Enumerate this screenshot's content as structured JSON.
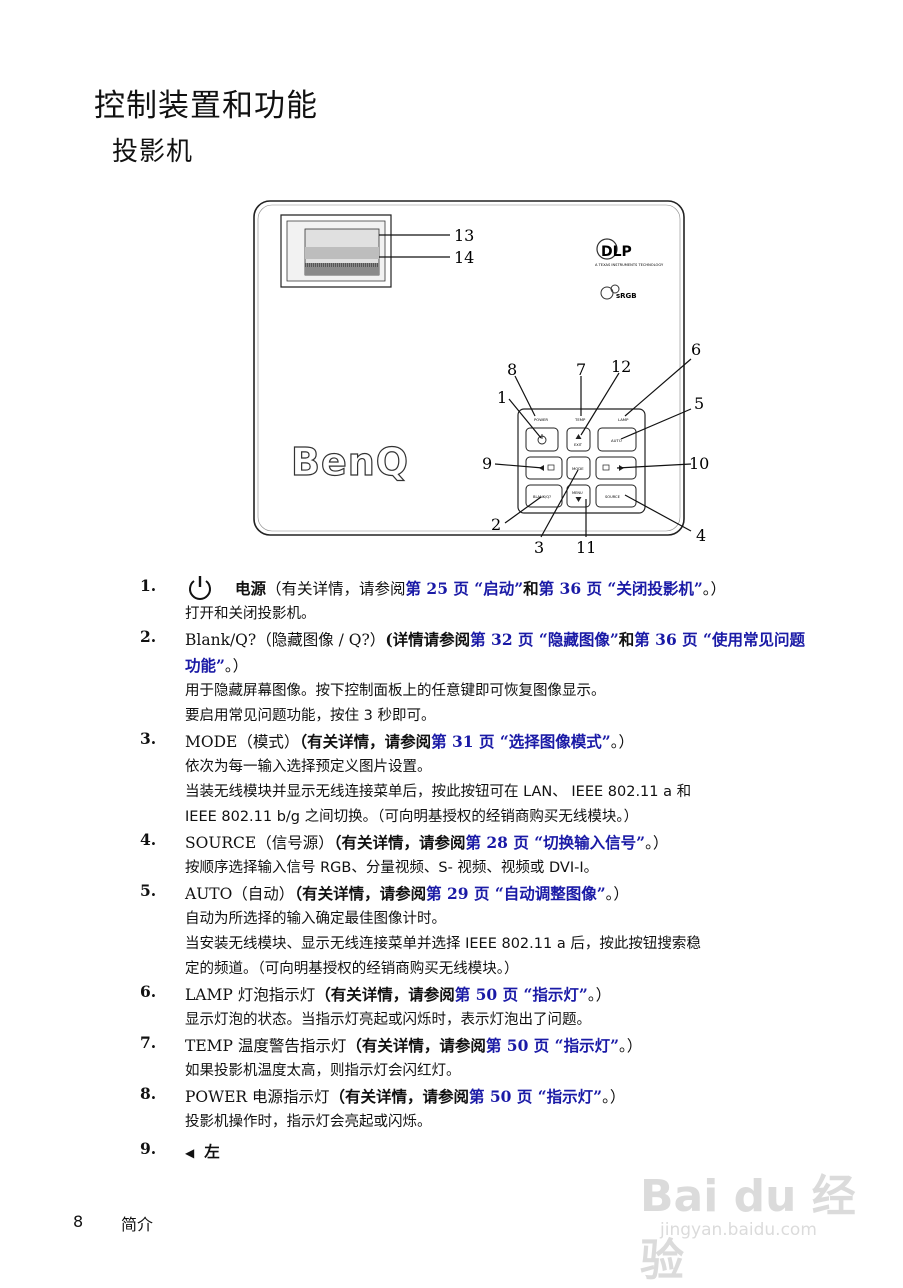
{
  "title": "控制装置和功能",
  "subtitle": "投影机",
  "diagram": {
    "brand": "BenQ",
    "dlp_logo": "DLP",
    "dlp_sub": "A TEXAS INSTRUMENTS TECHNOLOGY",
    "srgb": "sRGB",
    "panel": {
      "power": "POWER",
      "temp": "TEMP",
      "lamp": "LAMP",
      "exit": "EXIT",
      "auto": "AUTO",
      "mode": "MODE",
      "blank": "BLANK/Q?",
      "menu": "MENU",
      "source": "SOURCE"
    },
    "callouts": [
      "1",
      "2",
      "3",
      "4",
      "5",
      "6",
      "7",
      "8",
      "9",
      "10",
      "11",
      "12",
      "13",
      "14"
    ]
  },
  "items": [
    {
      "num": "1.",
      "name": "电源",
      "pre": "（有关详情，请参阅",
      "link1": "第 25 页 “启动”",
      "mid": "和",
      "link2": "第 36 页 “关闭投影机”",
      "post": "。）",
      "desc": [
        "打开和关闭投影机。"
      ]
    },
    {
      "num": "2.",
      "name": "Blank/Q?（隐藏图像 / Q?）",
      "pre": "(详情请参阅",
      "link1": "第 32 页 “隐藏图像”",
      "mid": "和",
      "link2": "第 36 页 “使用常见问题功能”",
      "post": "。）",
      "desc": [
        "用于隐藏屏幕图像。按下控制面板上的任意键即可恢复图像显示。",
        "要启用常见问题功能，按住 3 秒即可。"
      ]
    },
    {
      "num": "3.",
      "name": "MODE（模式）",
      "pre": "（有关详情，请参阅",
      "link1": "第 31 页 “选择图像模式”",
      "post": "。）",
      "desc": [
        "依次为每一输入选择预定义图片设置。",
        "当装无线模块并显示无线连接菜单后，按此按钮可在 LAN、 IEEE 802.11 a 和",
        "IEEE 802.11 b/g 之间切换。（可向明基授权的经销商购买无线模块。）"
      ]
    },
    {
      "num": "4.",
      "name": "SOURCE（信号源）",
      "pre": "（有关详情，请参阅",
      "link1": "第 28 页 “切换输入信号”",
      "post": "。）",
      "desc": [
        "按顺序选择输入信号 RGB、分量视频、S- 视频、视频或 DVI-I。"
      ]
    },
    {
      "num": "5.",
      "name": "AUTO（自动）",
      "pre": "（有关详情，请参阅",
      "link1": "第 29 页 “自动调整图像”",
      "post": "。）",
      "desc": [
        "自动为所选择的输入确定最佳图像计时。",
        "当安装无线模块、显示无线连接菜单并选择 IEEE 802.11 a 后，按此按钮搜索稳",
        "定的频道。（可向明基授权的经销商购买无线模块。）"
      ]
    },
    {
      "num": "6.",
      "name": "LAMP 灯泡指示灯",
      "pre": "（有关详情，请参阅",
      "link1": "第 50 页 “指示灯”",
      "post": "。）",
      "desc": [
        "显示灯泡的状态。当指示灯亮起或闪烁时，表示灯泡出了问题。"
      ]
    },
    {
      "num": "7.",
      "name": "TEMP 温度警告指示灯",
      "pre": "（有关详情，请参阅",
      "link1": "第 50 页 “指示灯”",
      "post": "。）",
      "desc": [
        "如果投影机温度太高，则指示灯会闪红灯。"
      ]
    },
    {
      "num": "8.",
      "name": "POWER 电源指示灯",
      "pre": "（有关详情，请参阅",
      "link1": "第 50 页 “指示灯”",
      "post": "。）",
      "desc": [
        "投影机操作时，指示灯会亮起或闪烁。"
      ]
    },
    {
      "num": "9.",
      "name": "左",
      "desc": []
    }
  ],
  "footer": {
    "page": "8",
    "text": "简介"
  },
  "watermark": {
    "text": "Bai du 经验",
    "sub": "jingyan.baidu.com"
  }
}
